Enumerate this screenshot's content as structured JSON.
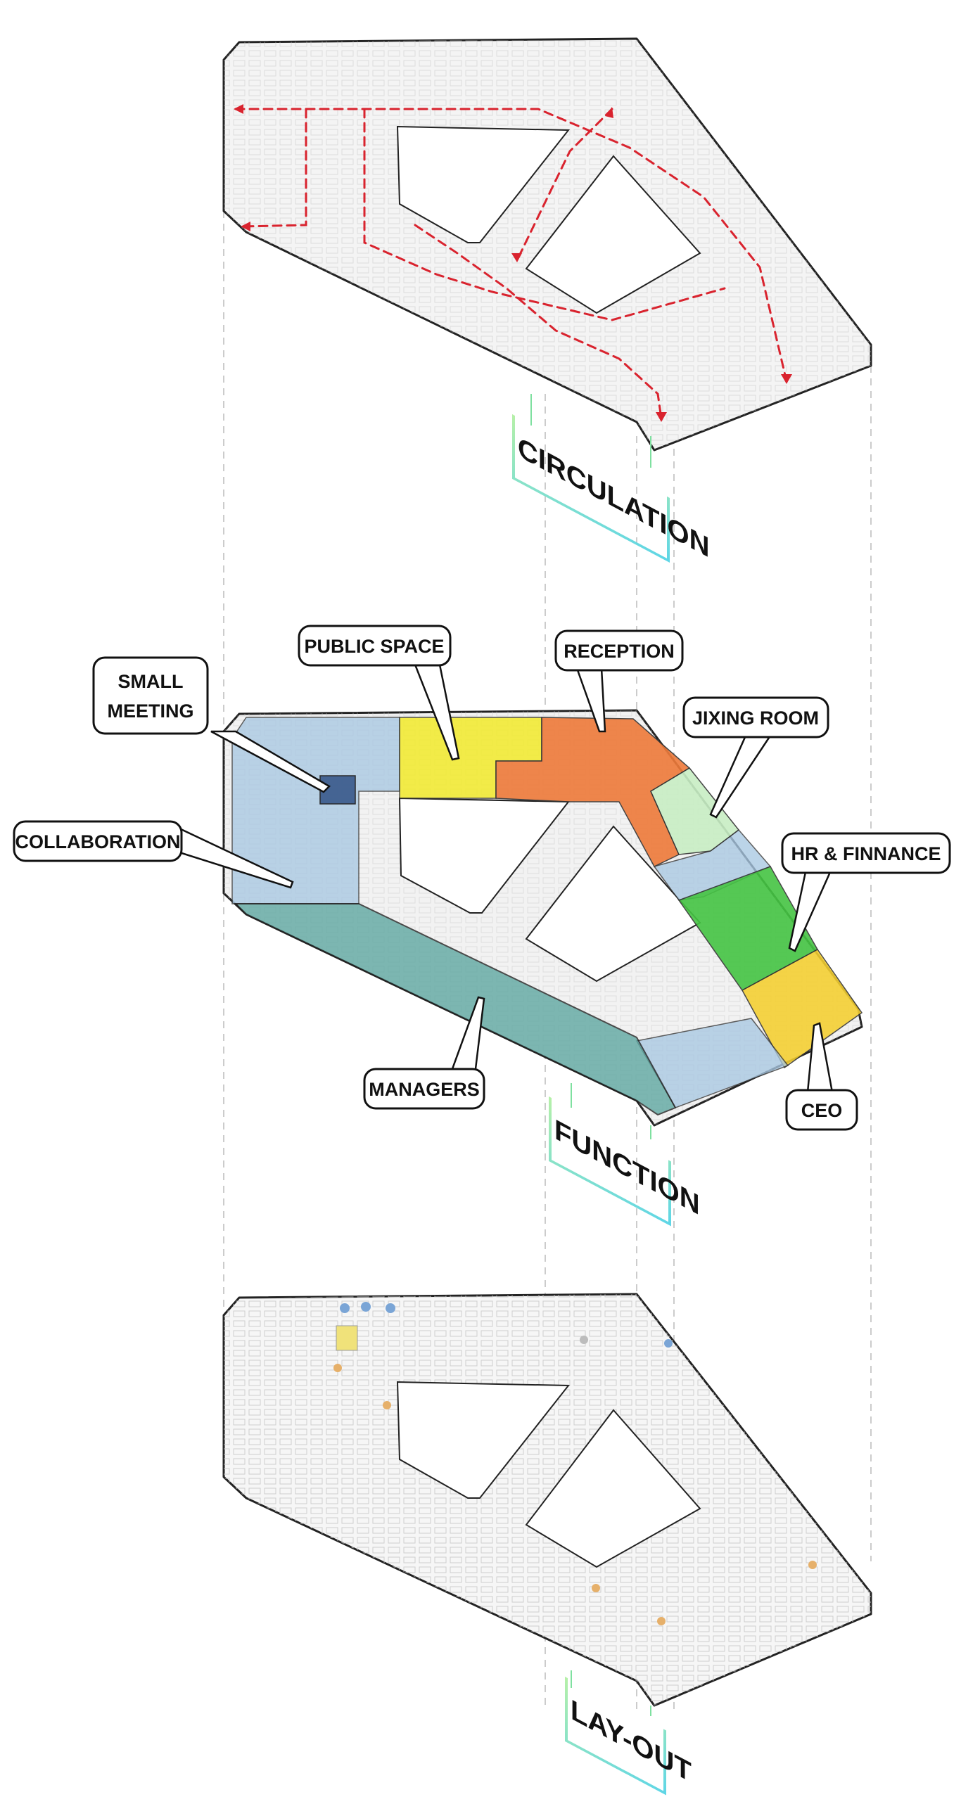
{
  "diagram": {
    "layers": [
      {
        "id": "circulation",
        "label": "CIRCULATION"
      },
      {
        "id": "function",
        "label": "FUNCTION"
      },
      {
        "id": "layout",
        "label": "LAY-OUT"
      }
    ],
    "zones": [
      {
        "id": "collaboration",
        "label": "COLLABORATION",
        "color": "#a9c8e2"
      },
      {
        "id": "small-meeting",
        "label": "SMALL MEETING",
        "lines": [
          "SMALL",
          "MEETING"
        ],
        "color": "#3f5f8f"
      },
      {
        "id": "public-space",
        "label": "PUBLIC SPACE",
        "color": "#f2ea2b"
      },
      {
        "id": "reception",
        "label": "RECEPTION",
        "color": "#ee7a3a"
      },
      {
        "id": "jixing-room",
        "label": "JIXING ROOM",
        "color": "#c8eec4"
      },
      {
        "id": "hr-finnance",
        "label": "HR & FINNANCE",
        "color": "#45c443"
      },
      {
        "id": "ceo",
        "label": "CEO",
        "color": "#f5cf2f"
      },
      {
        "id": "managers",
        "label": "MANAGERS",
        "color": "#5fa8a2"
      }
    ],
    "colors": {
      "circulation_path": "#d9232e",
      "badge_gradient_start": "#b6f0a8",
      "badge_gradient_end": "#5fd6e6",
      "outline": "#222222",
      "floor_fill": "#f4f4f4",
      "guide_lines": "#bbbbbb"
    }
  }
}
